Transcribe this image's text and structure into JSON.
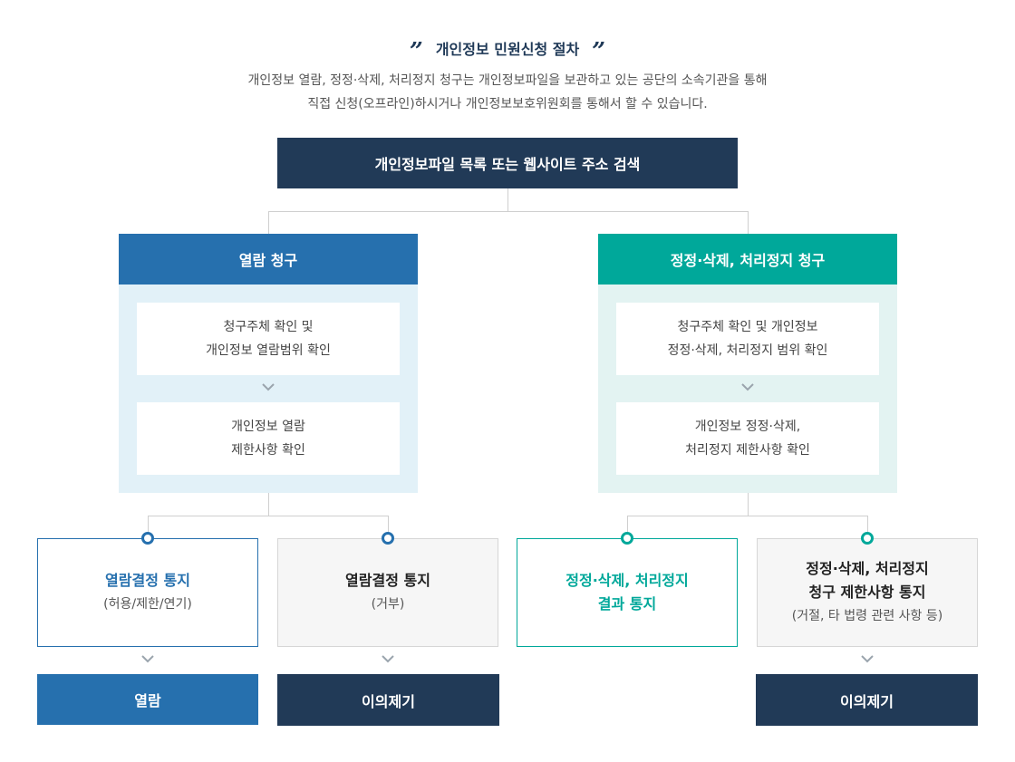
{
  "header": {
    "open_quote": "”",
    "title": "개인정보 민원신청 절차",
    "close_quote": "”",
    "desc_line1": "개인정보 열람, 정정·삭제, 처리정지 청구는 개인정보파일을 보관하고 있는 공단의 소속기관을 통해",
    "desc_line2": "직접 신청(오프라인)하시거나 개인정보보호위원회를 통해서 할 수 있습니다."
  },
  "top_box": {
    "label": "개인정보파일 목록 또는 웹사이트 주소 검색"
  },
  "left_branch": {
    "header": "열람 청구",
    "step1_line1": "청구주체 확인 및",
    "step1_line2": "개인정보 열람범위 확인",
    "step2_line1": "개인정보 열람",
    "step2_line2": "제한사항 확인",
    "result_a": {
      "title": "열람결정 통지",
      "sub": "(허용/제한/연기)"
    },
    "result_b": {
      "title": "열람결정 통지",
      "sub": "(거부)"
    },
    "final_a": "열람",
    "final_b": "이의제기"
  },
  "right_branch": {
    "header": "정정·삭제, 처리정지 청구",
    "step1_line1": "청구주체 확인 및 개인정보",
    "step1_line2": "정정·삭제, 처리정지 범위 확인",
    "step2_line1": "개인정보 정정·삭제,",
    "step2_line2": "처리정지 제한사항 확인",
    "result_a": {
      "title_line1": "정정·삭제, 처리정지",
      "title_line2": "결과 통지"
    },
    "result_b": {
      "title_line1": "정정·삭제, 처리정지",
      "title_line2": "청구 제한사항 통지",
      "sub": "(거절, 타 법령 관련 사항 등)"
    },
    "final_b": "이의제기"
  },
  "icons": {
    "quote": "quote-icon",
    "chevron": "chevron-down-icon",
    "node": "circle-node-icon"
  },
  "colors": {
    "navy": "#213a57",
    "blue": "#2670ae",
    "teal": "#00a89a",
    "panel_blue": "#e2f1f8",
    "panel_teal": "#e3f3f2"
  }
}
